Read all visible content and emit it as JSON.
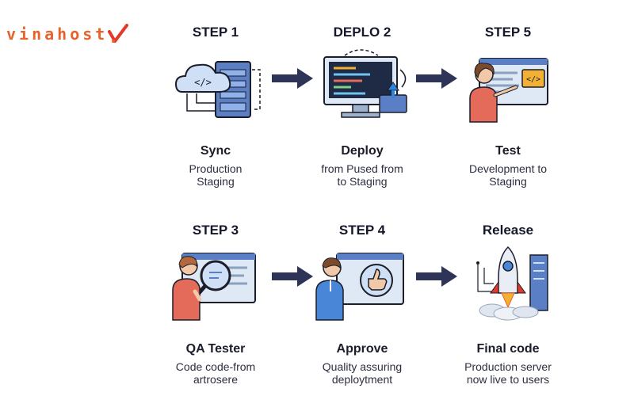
{
  "brand": {
    "logo_text": "vinahost",
    "accent_color": "#e8632b",
    "check_color": "#e23a2a"
  },
  "steps": [
    {
      "label": "STEP 1",
      "title": "Sync",
      "desc_line1": "Production",
      "desc_line2": "Staging",
      "icon": "cloud-server-icon"
    },
    {
      "label": "DEPLO 2",
      "title": "Deploy",
      "desc_line1": "from Pused from",
      "desc_line2": "to Staging",
      "icon": "monitor-code-deploy-icon"
    },
    {
      "label": "STEP 5",
      "title": "Test",
      "desc_line1": "Development to",
      "desc_line2": "Staging",
      "icon": "developer-presenting-icon"
    },
    {
      "label": "STEP 3",
      "title": "QA Tester",
      "desc_line1": "Code code-from",
      "desc_line2": "artrosere",
      "icon": "qa-magnifier-icon"
    },
    {
      "label": "STEP 4",
      "title": "Approve",
      "desc_line1": "Quality assuring",
      "desc_line2": "deploytment",
      "icon": "thumbs-up-approve-icon"
    },
    {
      "label": "Release",
      "title": "Final code",
      "desc_line1": "Production server",
      "desc_line2": "now live to users",
      "icon": "rocket-launch-icon"
    }
  ],
  "arrow_color": "#2e3458"
}
